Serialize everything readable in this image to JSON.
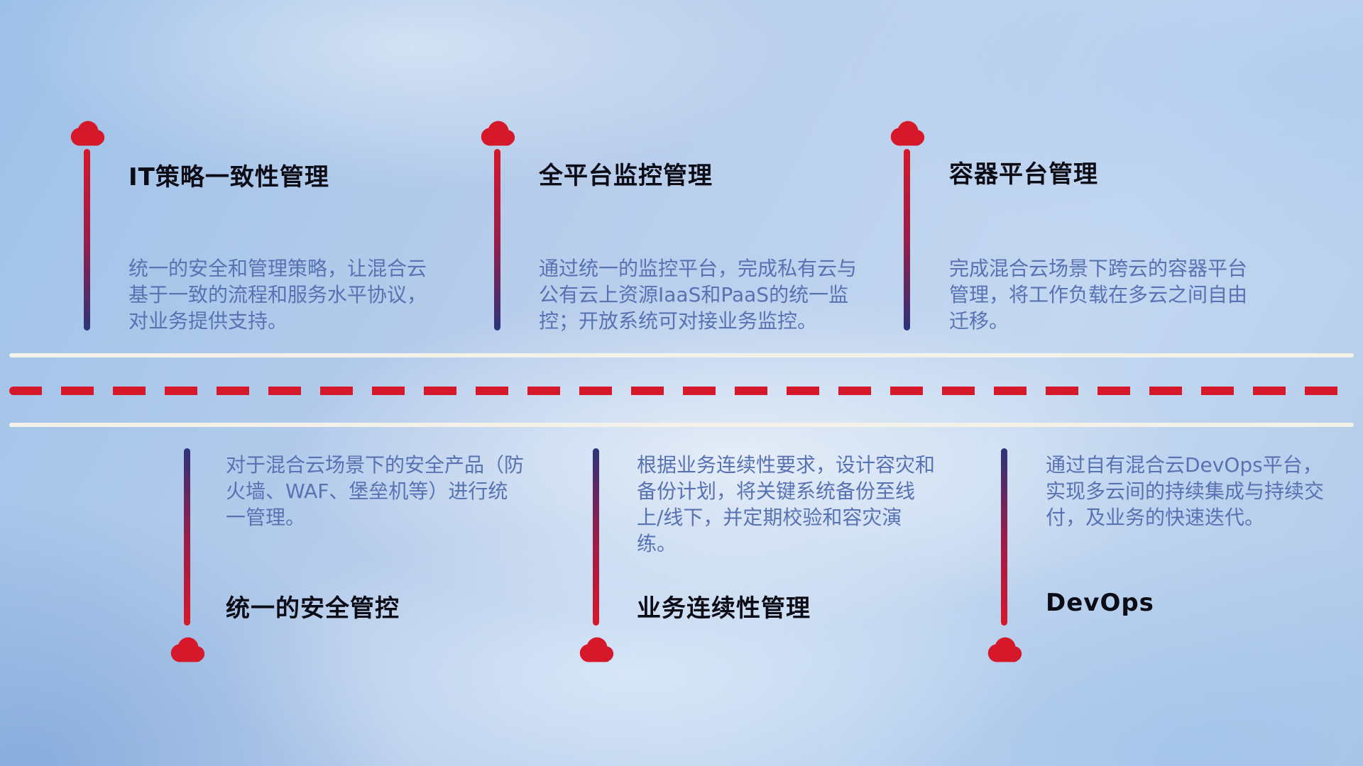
{
  "items": [
    {
      "id": "it-policy",
      "side": "top",
      "title": "IT策略一致性管理",
      "description": "统一的安全和管理策略，让混合云基于一致的流程和服务水平协议，对业务提供支持。"
    },
    {
      "id": "platform-monitoring",
      "side": "top",
      "title": "全平台监控管理",
      "description": "通过统一的监控平台，完成私有云与公有云上资源IaaS和PaaS的统一监控；开放系统可对接业务监控。"
    },
    {
      "id": "container-platform",
      "side": "top",
      "title": "容器平台管理",
      "description": "完成混合云场景下跨云的容器平台管理，将工作负载在多云之间自由迁移。"
    },
    {
      "id": "unified-security",
      "side": "bottom",
      "title": "统一的安全管控",
      "description": "对于混合云场景下的安全产品（防火墙、WAF、堡垒机等）进行统一管理。"
    },
    {
      "id": "business-continuity",
      "side": "bottom",
      "title": "业务连续性管理",
      "description": "根据业务连续性要求，设计容灾和备份计划，将关键系统备份至线上/线下，并定期校验和容灾演练。"
    },
    {
      "id": "devops",
      "side": "bottom",
      "title": "DevOps",
      "description": "通过自有混合云DevOps平台，实现多云间的持续集成与持续交付，及业务的快速迭代。"
    }
  ],
  "colors": {
    "accent_red": "#d6182b",
    "connector_navy": "#2c3478",
    "title_text": "#0c0c16",
    "description_text": "#5872b2",
    "road_white": "#f4f1e9",
    "background_blue": "#b7cdeb"
  }
}
